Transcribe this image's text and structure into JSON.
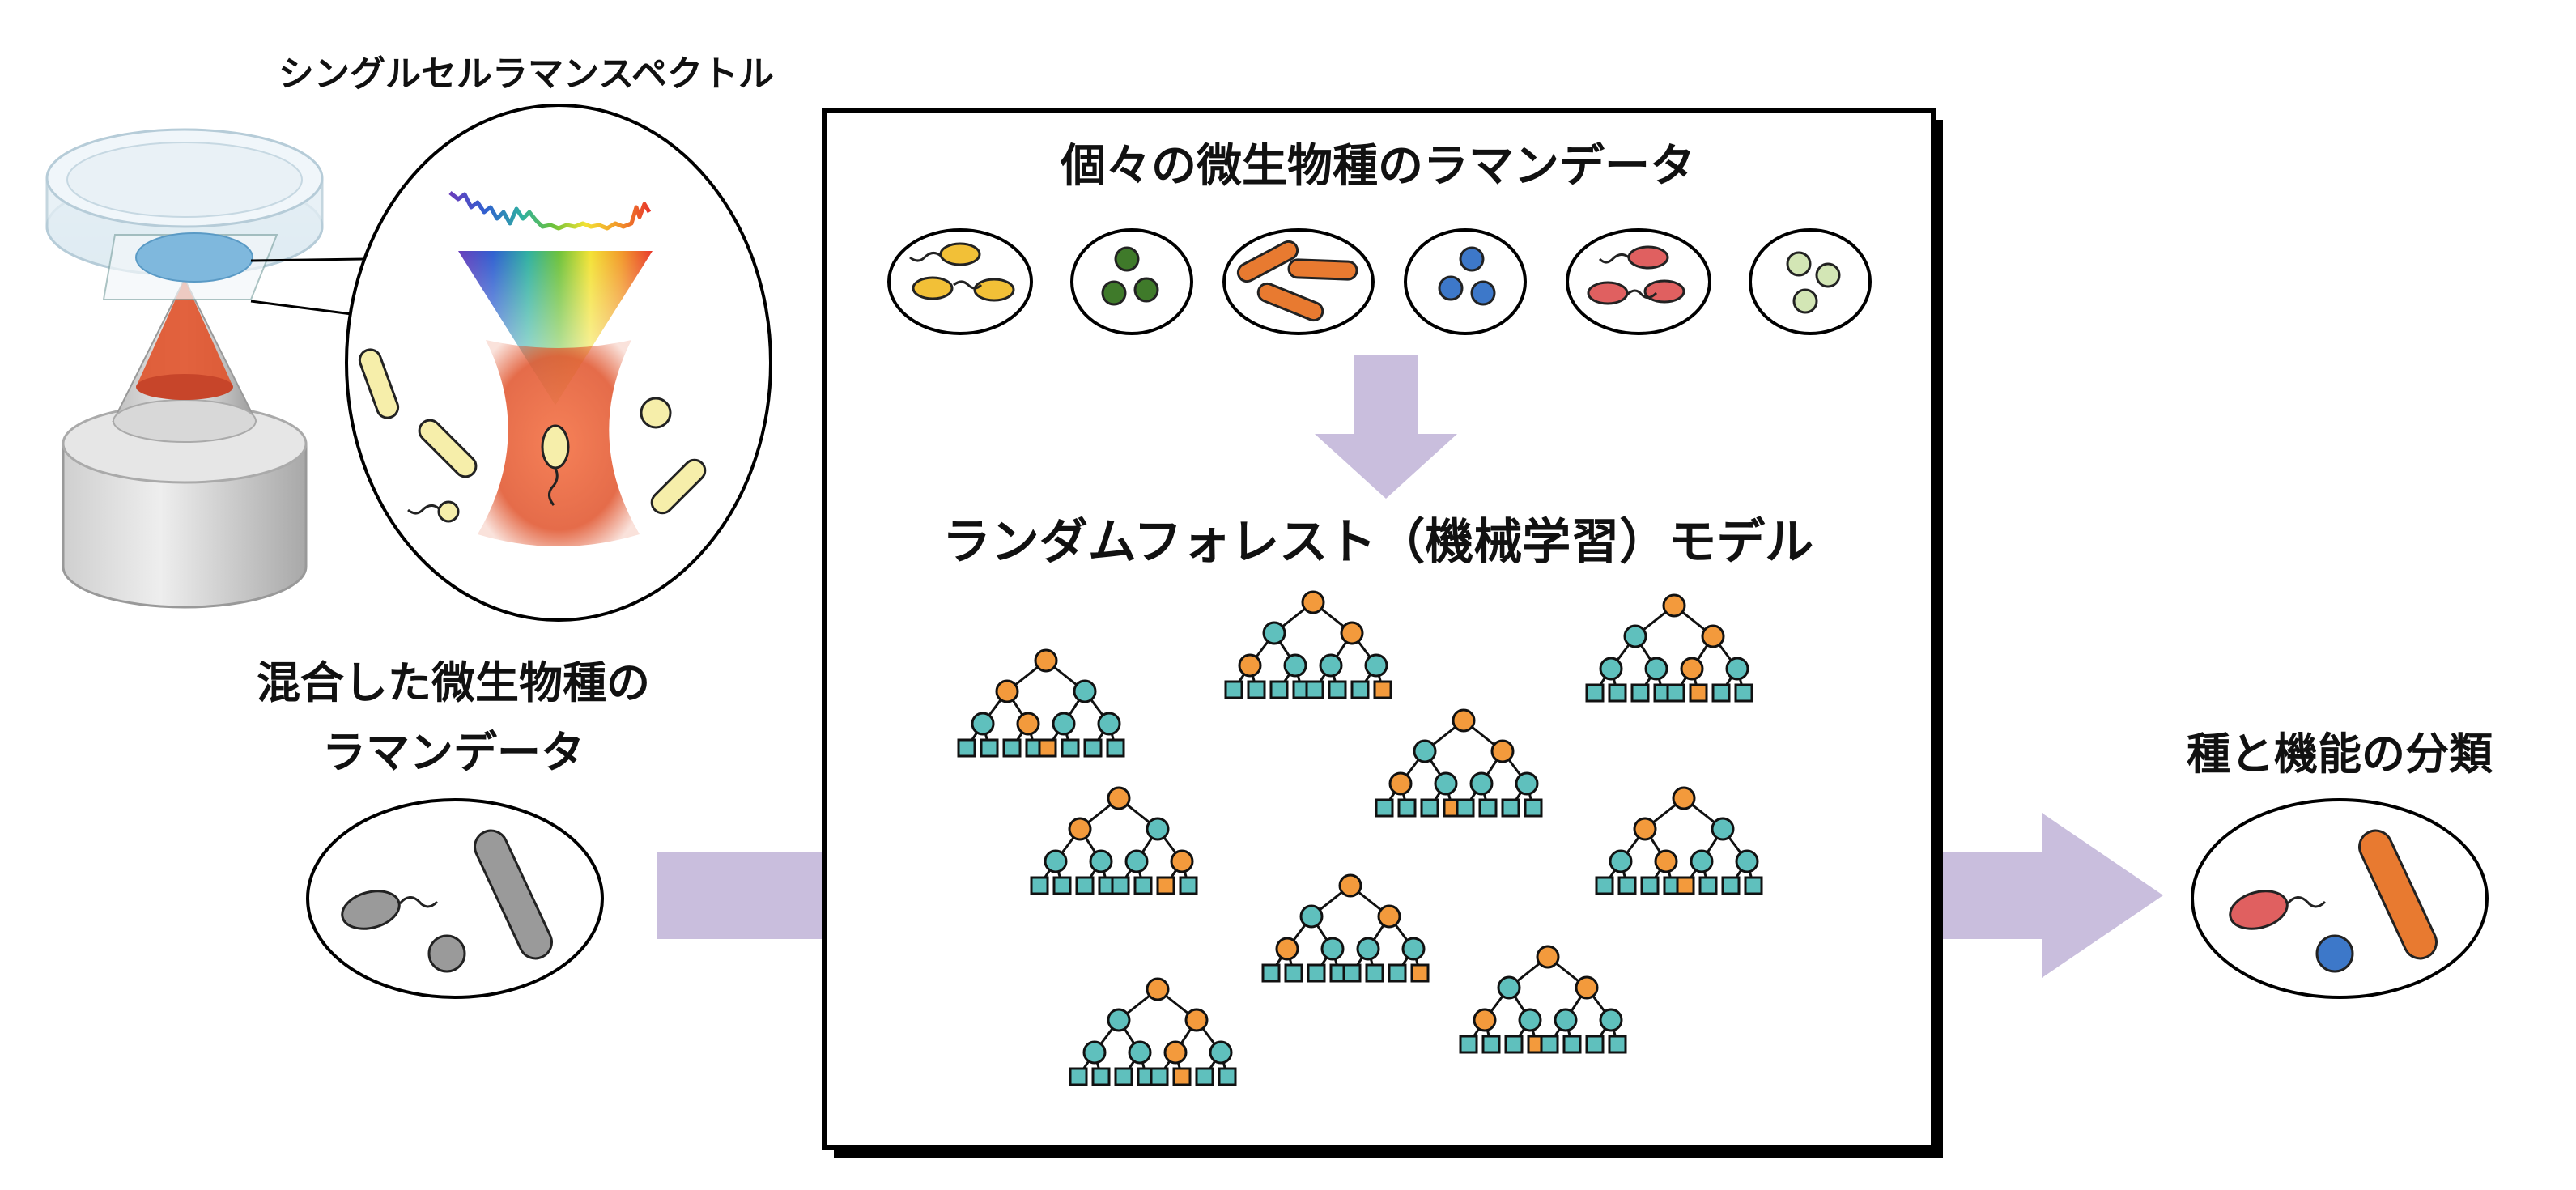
{
  "labels": {
    "spectrum_title": "シングルセルラマンスペクトル",
    "input_line1": "混合した微生物種の",
    "input_line2": "ラマンデータ",
    "panel_title": "個々の微生物種のラマンデータ",
    "model_title": "ランダムフォレスト（機械学習）モデル",
    "output_title": "種と機能の分類"
  },
  "colors": {
    "arrow": "#c9bedd",
    "tree_node": "#5fc0bd",
    "tree_highlight": "#f39a3c",
    "laser": "#e0522a",
    "species": [
      "#f2c037",
      "#3f7a2a",
      "#e87a30",
      "#3d78c9",
      "#e06060",
      "#d3e6b5"
    ],
    "cell_gray": "#9a9a9a",
    "cell_yellow": "#f6eeaa"
  },
  "species": [
    "rod-and-flagellate-yellow",
    "cocci-dark-green",
    "rods-orange",
    "cocci-blue",
    "flagellate-red",
    "cocci-pale-green"
  ],
  "tree_count": 9
}
